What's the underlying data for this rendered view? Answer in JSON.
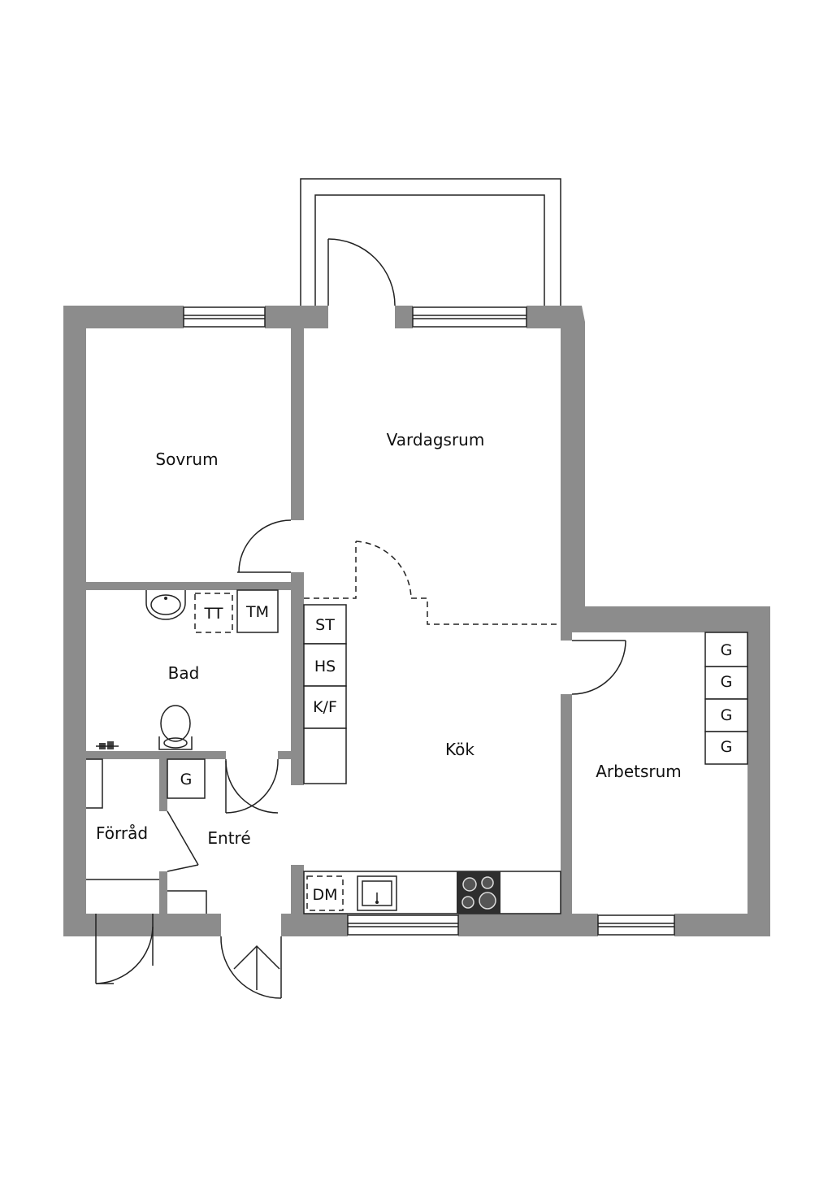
{
  "rooms": {
    "sovrum": "Sovrum",
    "vardagsrum": "Vardagsrum",
    "bad": "Bad",
    "kok": "Kök",
    "arbetsrum": "Arbetsrum",
    "forrad": "Förråd",
    "entre": "Entré"
  },
  "fixtures": {
    "tt": "TT",
    "tm": "TM",
    "st": "ST",
    "hs": "HS",
    "kf": "K/F",
    "dm": "DM",
    "g": "G"
  },
  "colors": {
    "wall": "#8c8c8c",
    "line": "#222222",
    "background": "#ffffff"
  }
}
